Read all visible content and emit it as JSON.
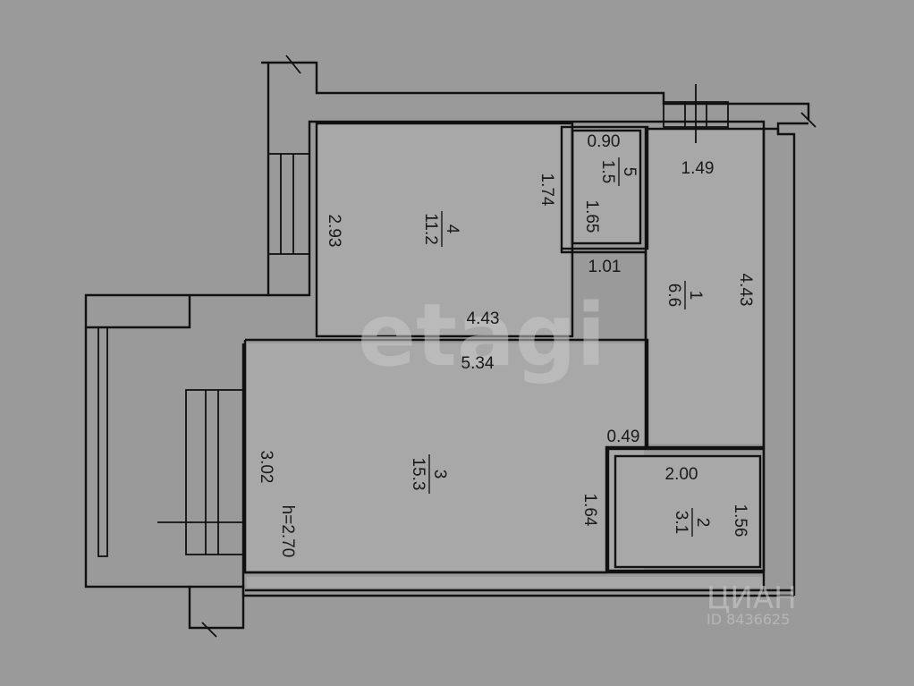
{
  "plan": {
    "ceiling_height": "h=2.70",
    "rooms": [
      {
        "number": "1",
        "area": "6.6"
      },
      {
        "number": "2",
        "area": "3.1"
      },
      {
        "number": "3",
        "area": "15.3"
      },
      {
        "number": "4",
        "area": "11.2"
      },
      {
        "number": "5",
        "area": "1.5"
      }
    ],
    "dimensions": {
      "room4_width": "4.43",
      "room4_depth": "2.93",
      "room5_width": "0.90",
      "room5_depth": "1.65",
      "room4_notch": "1.74",
      "room4_step": "1.01",
      "room1_width": "1.49",
      "room1_depth": "4.43",
      "room3_width": "5.34",
      "room3_depth": "3.02",
      "room3_step": "0.49",
      "room2_depth_left": "1.64",
      "room2_width": "2.00",
      "room2_depth_right": "1.56"
    }
  },
  "watermarks": {
    "etagi": "etagi",
    "cian_brand": "ЦИАН",
    "cian_id": "ID 8436625"
  },
  "colors": {
    "background": "#9a9a9a",
    "room_fill": "#a9a9a9",
    "wall": "#111111"
  }
}
